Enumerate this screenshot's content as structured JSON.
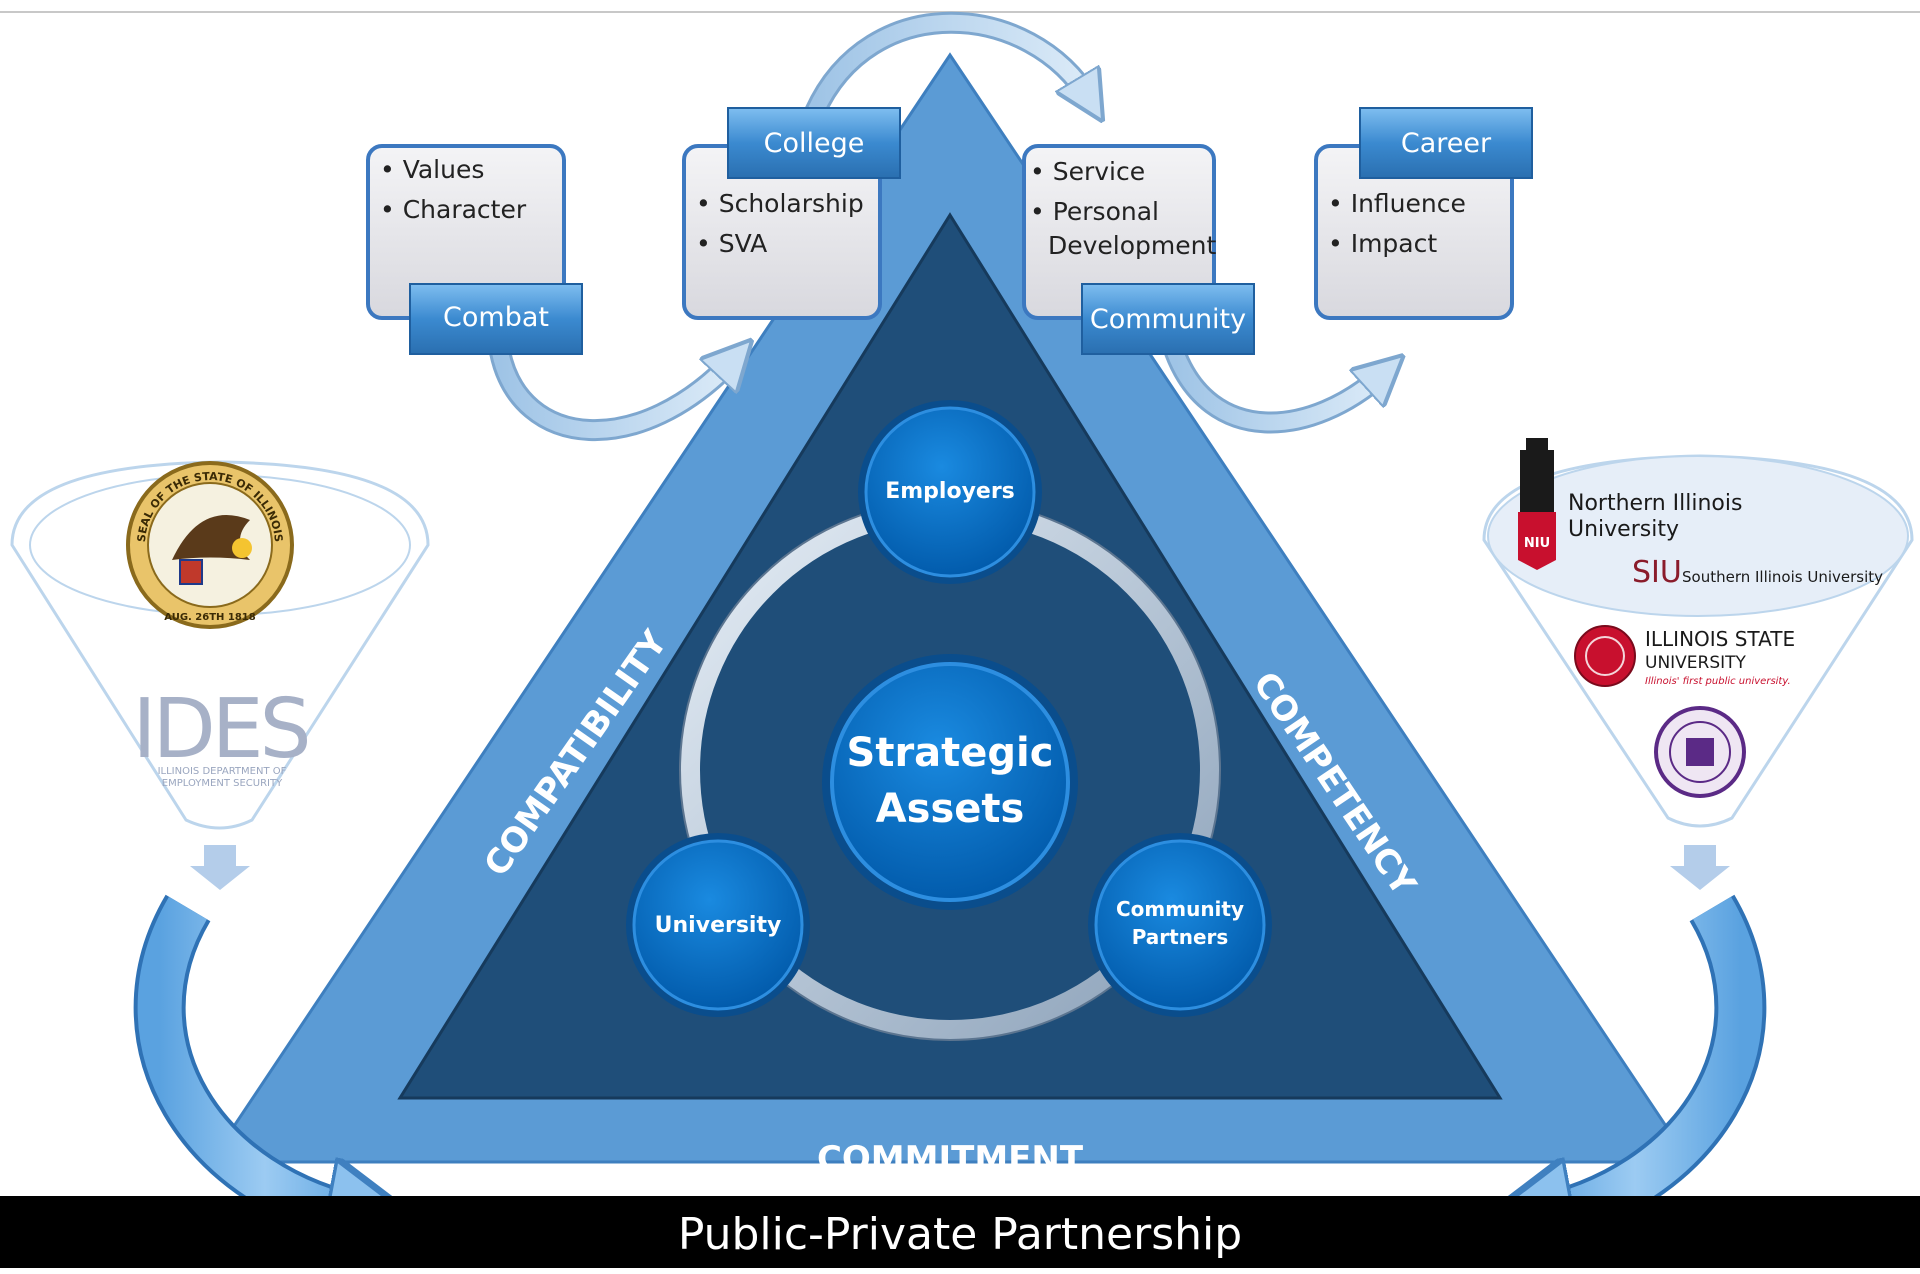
{
  "footer": {
    "title": "Public-Private Partnership"
  },
  "triangle": {
    "left_label": "COMPATIBILITY",
    "right_label": "COMPETENCY",
    "bottom_label": "COMMITMENT"
  },
  "center": {
    "line1": "Strategic",
    "line2": "Assets"
  },
  "nodes": {
    "employers": "Employers",
    "university": "University",
    "community_partners_line1": "Community",
    "community_partners_line2": "Partners"
  },
  "stages": [
    {
      "name": "Combat",
      "bullets": [
        "Values",
        "Character"
      ]
    },
    {
      "name": "College",
      "bullets": [
        "Scholarship",
        "SVA"
      ]
    },
    {
      "name": "Community",
      "bullets": [
        "Service",
        "Personal",
        "Development"
      ]
    },
    {
      "name": "Career",
      "bullets": [
        "Influence",
        "Impact"
      ]
    }
  ],
  "left_funnel": {
    "seal_text": "SEAL OF THE STATE OF ILLINOIS",
    "seal_date": "AUG. 26TH 1818",
    "logo": "IDES",
    "logo_sub1": "ILLINOIS DEPARTMENT OF",
    "logo_sub2": "EMPLOYMENT SECURITY"
  },
  "right_funnel": {
    "niu_badge": "NIU",
    "niu_line1": "Northern Illinois",
    "niu_line2": "University",
    "siu_mark": "SIU",
    "siu_name": "Southern Illinois University",
    "isu_line1": "ILLINOIS STATE",
    "isu_line2": "UNIVERSITY",
    "isu_tagline": "Illinois' first public university."
  },
  "colors": {
    "outer_triangle": "#5b9bd5",
    "inner_triangle": "#1f4e79",
    "circle_blue": "#0070c0",
    "stage_box": "#e8e8ec",
    "stage_tab": "#3f8fd2",
    "footer_bg": "#000000"
  }
}
